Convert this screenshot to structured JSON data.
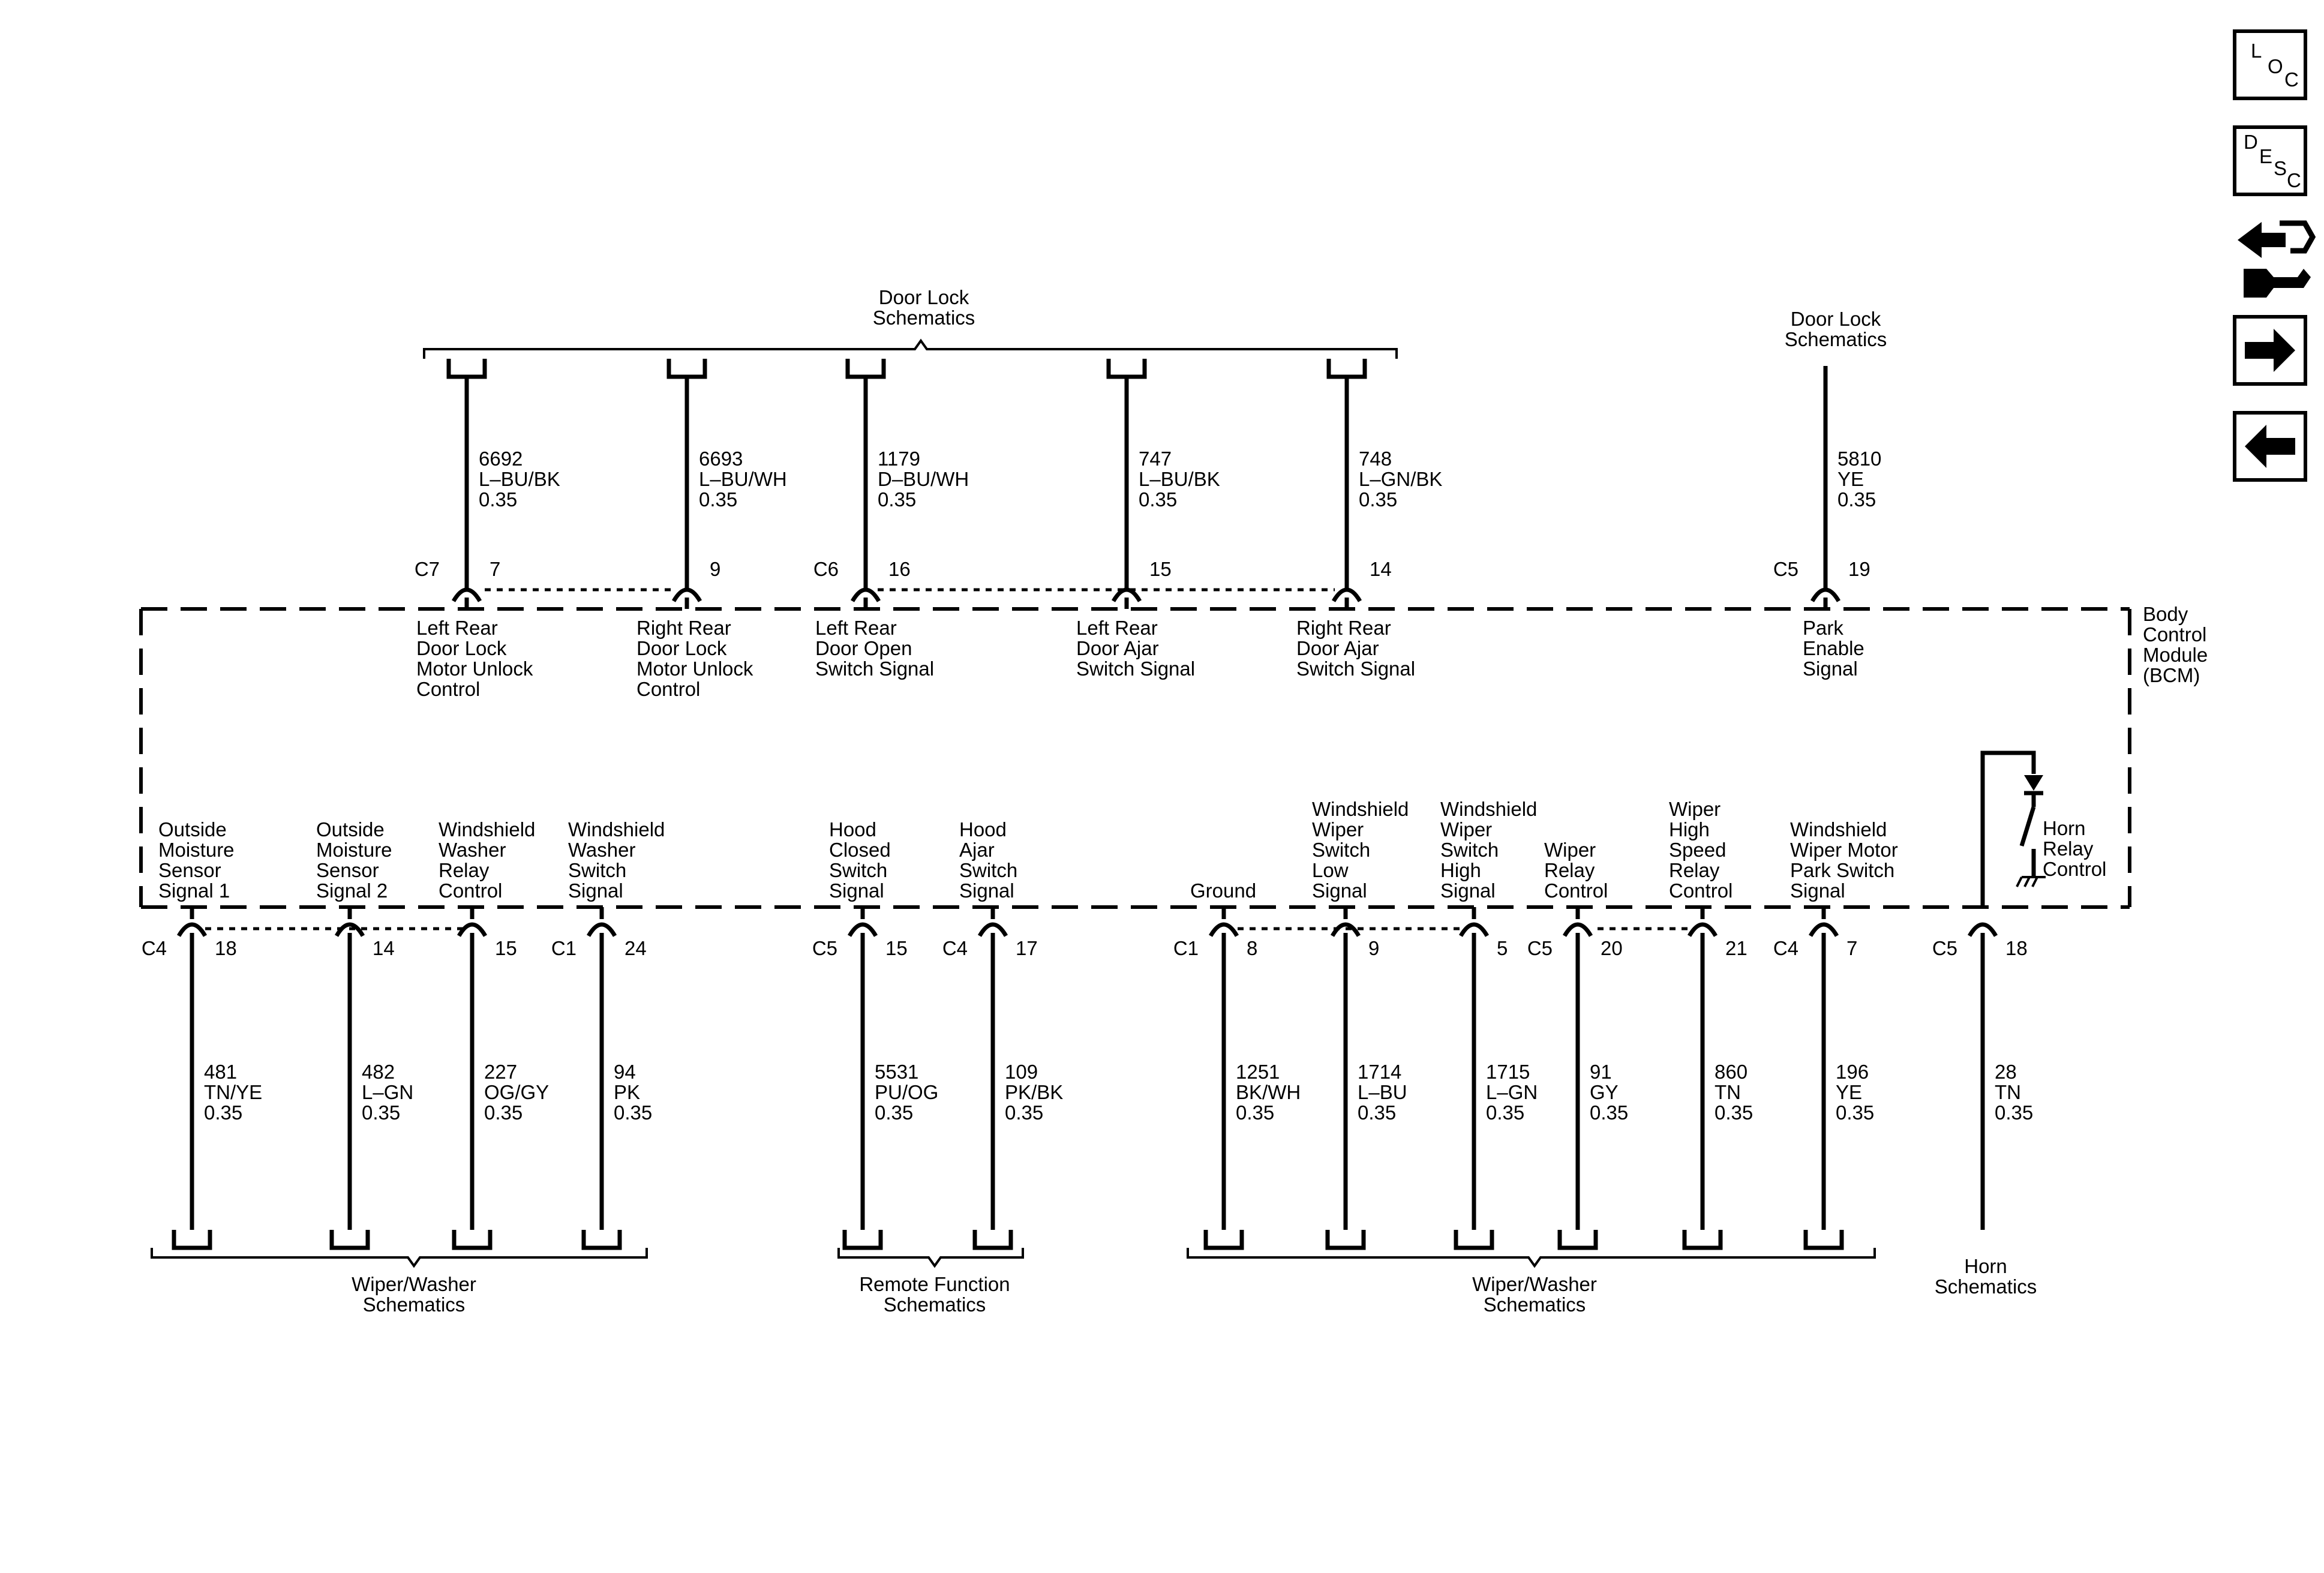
{
  "module_label": [
    "Body",
    "Control",
    "Module",
    "(BCM)"
  ],
  "top_groups": [
    {
      "lines": [
        "Door Lock",
        "Schematics"
      ]
    },
    {
      "lines": [
        "Door Lock",
        "Schematics"
      ]
    }
  ],
  "top_circuits": [
    {
      "connector": "C7",
      "pin": "7",
      "circuit": "6692",
      "color": "L–BU/BK",
      "size": "0.35",
      "label": [
        "Left Rear",
        "Door Lock",
        "Motor Unlock",
        "Control"
      ]
    },
    {
      "connector": "",
      "pin": "9",
      "circuit": "6693",
      "color": "L–BU/WH",
      "size": "0.35",
      "label": [
        "Right Rear",
        "Door Lock",
        "Motor Unlock",
        "Control"
      ]
    },
    {
      "connector": "C6",
      "pin": "16",
      "circuit": "1179",
      "color": "D–BU/WH",
      "size": "0.35",
      "label": [
        "Left Rear",
        "Door Open",
        "Switch Signal"
      ]
    },
    {
      "connector": "",
      "pin": "15",
      "circuit": "747",
      "color": "L–BU/BK",
      "size": "0.35",
      "label": [
        "Left Rear",
        "Door Ajar",
        "Switch Signal"
      ]
    },
    {
      "connector": "",
      "pin": "14",
      "circuit": "748",
      "color": "L–GN/BK",
      "size": "0.35",
      "label": [
        "Right Rear",
        "Door Ajar",
        "Switch Signal"
      ]
    },
    {
      "connector": "C5",
      "pin": "19",
      "circuit": "5810",
      "color": "YE",
      "size": "0.35",
      "label": [
        "Park",
        "Enable",
        "Signal"
      ]
    }
  ],
  "bottom_circuits": [
    {
      "connector": "C4",
      "pin": "18",
      "circuit": "481",
      "color": "TN/YE",
      "size": "0.35",
      "label": [
        "Outside",
        "Moisture",
        "Sensor",
        "Signal 1"
      ]
    },
    {
      "connector": "",
      "pin": "14",
      "circuit": "482",
      "color": "L–GN",
      "size": "0.35",
      "label": [
        "Outside",
        "Moisture",
        "Sensor",
        "Signal 2"
      ]
    },
    {
      "connector": "",
      "pin": "15",
      "circuit": "227",
      "color": "OG/GY",
      "size": "0.35",
      "label": [
        "Windshield",
        "Washer",
        "Relay",
        "Control"
      ]
    },
    {
      "connector": "C1",
      "pin": "24",
      "circuit": "94",
      "color": "PK",
      "size": "0.35",
      "label": [
        "Windshield",
        "Washer",
        "Switch",
        "Signal"
      ]
    },
    {
      "connector": "C5",
      "pin": "15",
      "circuit": "5531",
      "color": "PU/OG",
      "size": "0.35",
      "label": [
        "Hood",
        "Closed",
        "Switch",
        "Signal"
      ]
    },
    {
      "connector": "C4",
      "pin": "17",
      "circuit": "109",
      "color": "PK/BK",
      "size": "0.35",
      "label": [
        "Hood",
        "Ajar",
        "Switch",
        "Signal"
      ]
    },
    {
      "connector": "C1",
      "pin": "8",
      "circuit": "1251",
      "color": "BK/WH",
      "size": "0.35",
      "label": [
        "Ground"
      ]
    },
    {
      "connector": "",
      "pin": "9",
      "circuit": "1714",
      "color": "L–BU",
      "size": "0.35",
      "label": [
        "Windshield",
        "Wiper",
        "Switch",
        "Low",
        "Signal"
      ]
    },
    {
      "connector": "",
      "pin": "5",
      "circuit": "1715",
      "color": "L–GN",
      "size": "0.35",
      "label": [
        "Windshield",
        "Wiper",
        "Switch",
        "High",
        "Signal"
      ]
    },
    {
      "connector": "C5",
      "pin": "20",
      "circuit": "91",
      "color": "GY",
      "size": "0.35",
      "label": [
        "Wiper",
        "Relay",
        "Control"
      ]
    },
    {
      "connector": "",
      "pin": "21",
      "circuit": "860",
      "color": "TN",
      "size": "0.35",
      "label": [
        "Wiper",
        "High",
        "Speed",
        "Relay",
        "Control"
      ]
    },
    {
      "connector": "C4",
      "pin": "7",
      "circuit": "196",
      "color": "YE",
      "size": "0.35",
      "label": [
        "Windshield",
        "Wiper Motor",
        "Park Switch",
        "Signal"
      ]
    },
    {
      "connector": "C5",
      "pin": "18",
      "circuit": "28",
      "color": "TN",
      "size": "0.35",
      "label": [
        "Horn",
        "Relay",
        "Control"
      ]
    }
  ],
  "bottom_groups": [
    {
      "lines": [
        "Wiper/Washer",
        "Schematics"
      ]
    },
    {
      "lines": [
        "Remote Function",
        "Schematics"
      ]
    },
    {
      "lines": [
        "Wiper/Washer",
        "Schematics"
      ]
    },
    {
      "lines": [
        "Horn",
        "Schematics"
      ]
    }
  ],
  "nav": [
    {
      "icon": "loc-icon",
      "letters": [
        "L",
        "O",
        "C"
      ]
    },
    {
      "icon": "desc-icon",
      "letters": [
        "D",
        "E",
        "S",
        "C"
      ]
    },
    {
      "icon": "connector-icon",
      "letters": []
    },
    {
      "icon": "arrow-right-icon",
      "letters": []
    },
    {
      "icon": "arrow-left-icon",
      "letters": []
    }
  ]
}
